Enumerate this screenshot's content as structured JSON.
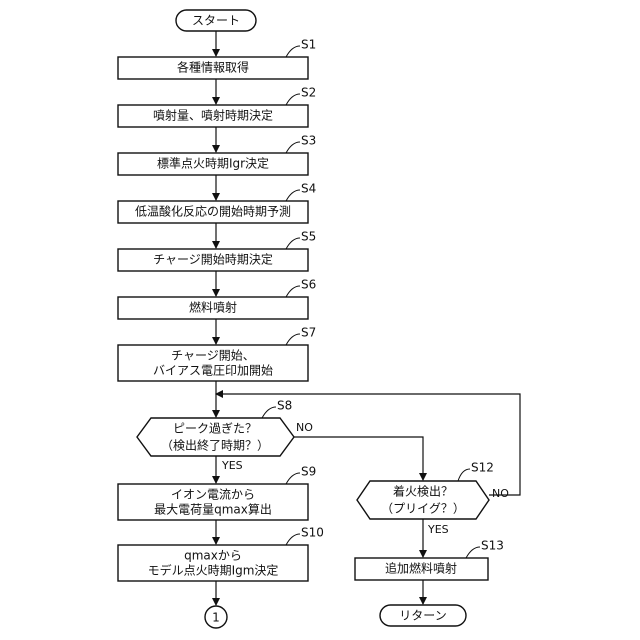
{
  "start": {
    "label": "スタート"
  },
  "steps": [
    {
      "id": "S1",
      "label": "各種情報取得"
    },
    {
      "id": "S2",
      "label": "噴射量、噴射時期決定"
    },
    {
      "id": "S3",
      "label": "標準点火時期Igr決定"
    },
    {
      "id": "S4",
      "label": "低温酸化反応の開始時期予測"
    },
    {
      "id": "S5",
      "label": "チャージ開始時期決定"
    },
    {
      "id": "S6",
      "label": "燃料噴射"
    },
    {
      "id": "S7",
      "label_lines": [
        "チャージ開始、",
        "バイアス電圧印加開始"
      ]
    },
    {
      "id": "S8",
      "label_lines": [
        "ピーク過ぎた？",
        "（検出終了時期？）"
      ]
    },
    {
      "id": "S9",
      "label_lines": [
        "イオン電流から",
        "最大電荷量qmax算出"
      ]
    },
    {
      "id": "S10",
      "label_lines": [
        "qmaxから",
        "モデル点火時期Igm決定"
      ]
    },
    {
      "id": "S12",
      "label_lines": [
        "着火検出？",
        "（プリイグ？）"
      ]
    },
    {
      "id": "S13",
      "label": "追加燃料噴射"
    }
  ],
  "branches": {
    "yes": "YES",
    "no": "NO"
  },
  "connector": {
    "label": "1"
  },
  "end": {
    "label": "リターン"
  }
}
